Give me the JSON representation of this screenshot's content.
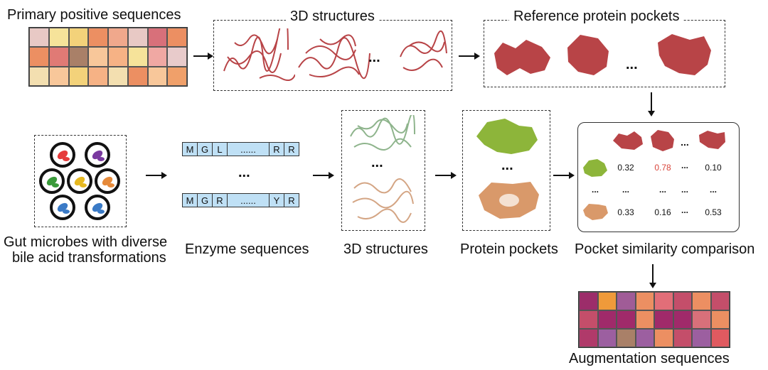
{
  "labels": {
    "primary": "Primary positive sequences",
    "struct_top": "3D structures",
    "ref_pockets": "Reference protein pockets",
    "gut_line1": "Gut microbes with diverse",
    "gut_line2": "bile acid transformations",
    "enzyme": "Enzyme sequences",
    "struct_bottom": "3D structures",
    "protein_pockets": "Protein pockets",
    "similarity": "Pocket similarity comparison",
    "augmentation": "Augmentation sequences"
  },
  "ellipsis": "...",
  "seq_row1": [
    "M",
    "G",
    "L",
    "......",
    "R",
    "R"
  ],
  "seq_row2": [
    "M",
    "G",
    "R",
    "......",
    "Y",
    "R"
  ],
  "similarity_matrix": {
    "row1": [
      "0.32",
      "0.78",
      "...",
      "0.10"
    ],
    "row2": [
      "...",
      "...",
      "...",
      "..."
    ],
    "row3": [
      "0.33",
      "0.16",
      "...",
      "0.53"
    ],
    "highlight_value": "0.78",
    "highlight_color": "#d9453b"
  },
  "colors": {
    "primary_grid": [
      "#e8c9c5",
      "#f6e39a",
      "#f3d27a",
      "#ec8f62",
      "#f0a88c",
      "#e8c9c5",
      "#d8707a",
      "#ec8f62",
      "#ec8f62",
      "#e07a75",
      "#a98068",
      "#f8c79a",
      "#f6b285",
      "#f6e39a",
      "#f0a8a3",
      "#e8cbcb",
      "#f3dfb0",
      "#f8c79a",
      "#f3d27a",
      "#f6b285",
      "#f3dfb0",
      "#ec8f62",
      "#f8c79a",
      "#f0a06a"
    ],
    "augment_grid": [
      "#9c2d6a",
      "#ef9a3a",
      "#a05c97",
      "#ec8f62",
      "#e26e78",
      "#c44e6a",
      "#ec8f62",
      "#c44e6a",
      "#c44e6a",
      "#a02a6a",
      "#a02a6a",
      "#ec8f62",
      "#a02a6a",
      "#a02a6a",
      "#d8707a",
      "#ec8f62",
      "#b03a6a",
      "#9c5fa0",
      "#a98068",
      "#9c5fa0",
      "#ec8f62",
      "#c44e6a",
      "#9c5fa0",
      "#e05a60"
    ],
    "protein_red": "#b84447",
    "pocket_green": "#8db53a",
    "pocket_tan": "#d9996a",
    "struct_green": "#8eb48c",
    "struct_tan": "#d4a584",
    "seq_blue": "#bfe0f5"
  },
  "microbe_colors": [
    "#e63a3a",
    "#7a3aa0",
    "#3a9a3a",
    "#e6b820",
    "#e68a3a",
    "#3a7ac6",
    "#3a7ac6"
  ]
}
